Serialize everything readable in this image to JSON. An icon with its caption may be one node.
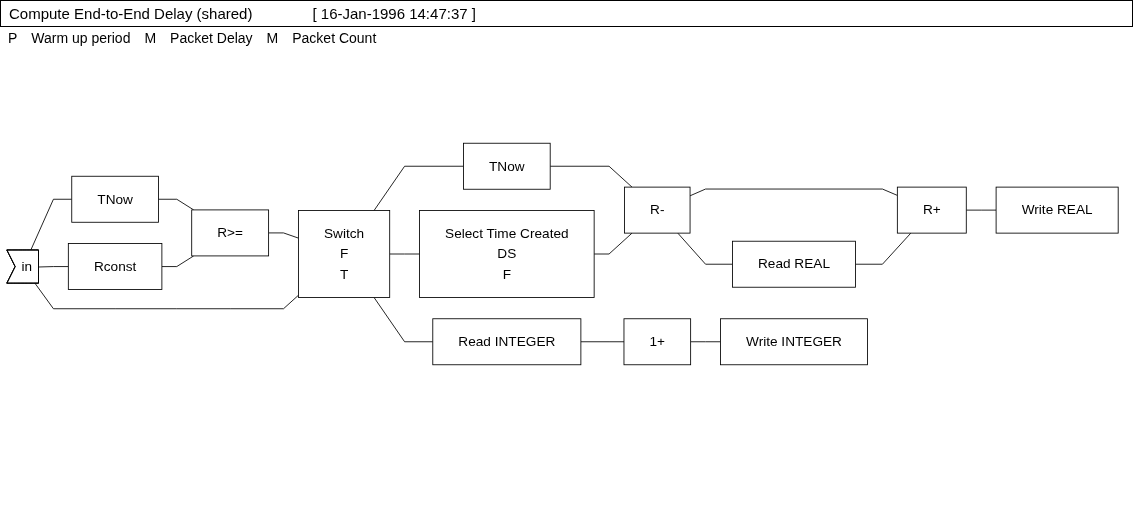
{
  "diagram": {
    "title": "Compute End-to-End Delay (shared)",
    "nodes": [
      {
        "text": [
          "in"
        ]
      },
      {
        "text": [
          "TNow"
        ]
      },
      {
        "text": [
          "R>="
        ]
      },
      {
        "text": [
          "Rconst"
        ]
      },
      {
        "text": [
          "Switch",
          "F",
          "T"
        ]
      },
      {
        "text": [
          "TNow"
        ]
      },
      {
        "text": [
          "R-"
        ]
      },
      {
        "text": [
          "Select Time Created",
          "DS",
          "F"
        ]
      },
      {
        "text": [
          "Read REAL"
        ]
      },
      {
        "text": [
          "R+"
        ]
      },
      {
        "text": [
          "Write REAL"
        ]
      },
      {
        "text": [
          "Read INTEGER"
        ]
      },
      {
        "text": [
          "1+"
        ]
      },
      {
        "text": [
          "Write INTEGER"
        ]
      }
    ],
    "edges": [
      {
        "from": 0,
        "to": 1,
        "arrow": "none"
      },
      {
        "from": 0,
        "to": 3,
        "arrow": "none"
      },
      {
        "from": 0,
        "to": 4,
        "arrow": "none"
      },
      {
        "from": 1,
        "to": 2,
        "arrow": "none"
      },
      {
        "from": 3,
        "to": 2,
        "arrow": "none"
      },
      {
        "from": 2,
        "to": 4,
        "arrow": "none"
      },
      {
        "from": 4,
        "to": 5,
        "arrow": "none"
      },
      {
        "from": 4,
        "to": 7,
        "arrow": "none"
      },
      {
        "from": 4,
        "to": 11,
        "arrow": "none"
      },
      {
        "from": 5,
        "to": 6,
        "arrow": "none"
      },
      {
        "from": 7,
        "to": 6,
        "arrow": "none"
      },
      {
        "from": 6,
        "to": 9,
        "arrow": "none"
      },
      {
        "from": 6,
        "to": 8,
        "arrow": "none"
      },
      {
        "from": 8,
        "to": 9,
        "arrow": "none"
      },
      {
        "from": 9,
        "to": 10,
        "arrow": "none"
      },
      {
        "from": 11,
        "to": 12,
        "arrow": "none"
      },
      {
        "from": 12,
        "to": 13,
        "arrow": "none"
      }
    ],
    "labels": [
      "[ 16-Jan-1996 14:47:37 ]",
      "P",
      "Warm up period",
      "M",
      "Packet Delay",
      "M",
      "Packet Count"
    ]
  }
}
